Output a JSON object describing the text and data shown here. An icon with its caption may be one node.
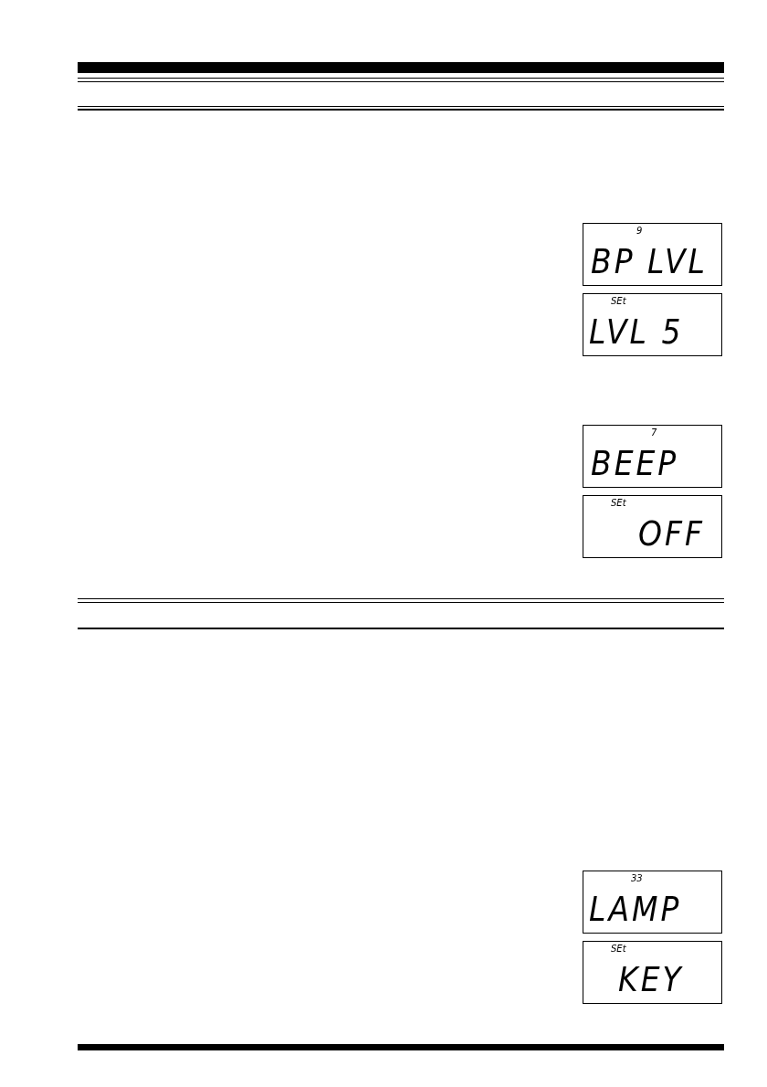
{
  "diagram": {
    "nodes": [
      {
        "text": [
          "9",
          "BP LVL"
        ]
      },
      {
        "text": [
          "SEt",
          "LVL 5"
        ]
      },
      {
        "text": [
          "7",
          "BEEP"
        ]
      },
      {
        "text": [
          "SEt",
          "OFF"
        ]
      },
      {
        "text": [
          "33",
          "LAMP"
        ]
      },
      {
        "text": [
          "SEt",
          "KEY"
        ]
      }
    ]
  }
}
